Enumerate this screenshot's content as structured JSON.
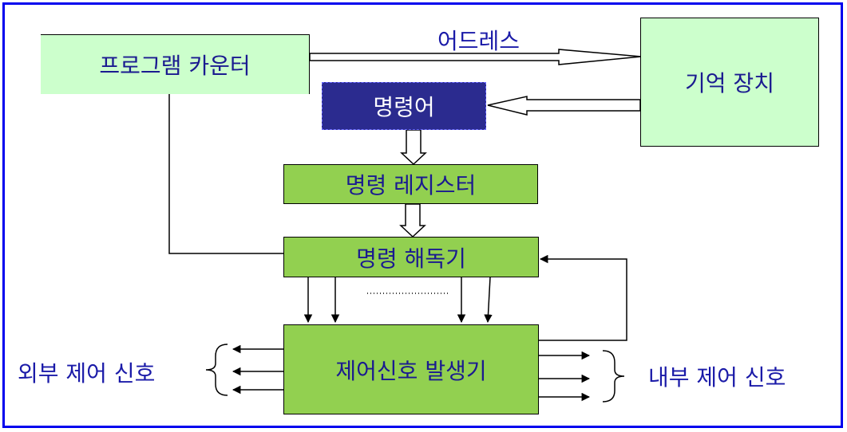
{
  "diagram": {
    "program_counter": "프로그램 카운터",
    "memory": "기억 장치",
    "instruction": "명령어",
    "instruction_register": "명령 레지스터",
    "instruction_decoder": "명령 해독기",
    "control_signal_generator": "제어신호 발생기",
    "address_label": "어드레스",
    "external_control": "외부 제어 신호",
    "internal_control": "내부 제어 신호"
  },
  "colors": {
    "frame": "#0000ee",
    "light_green": "#ccffcc",
    "green": "#92d050",
    "navy": "#2b2b8f",
    "text": "#1a1a90"
  }
}
